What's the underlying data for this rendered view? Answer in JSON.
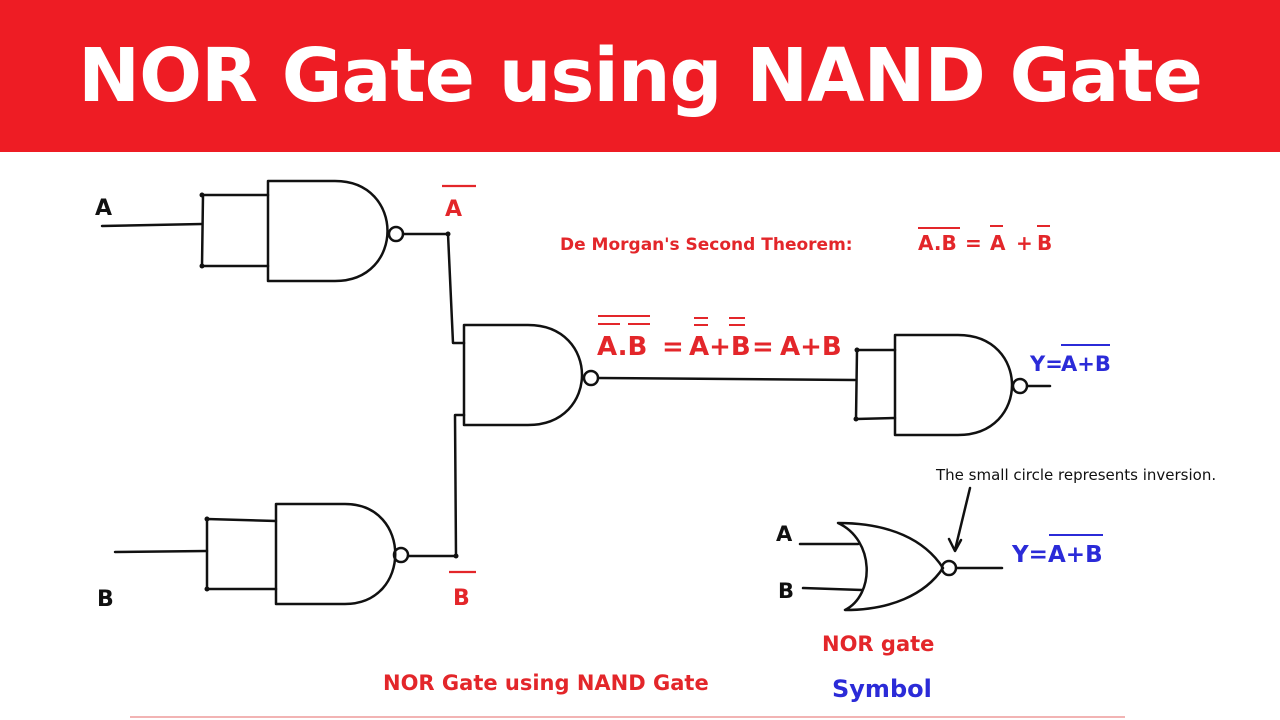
{
  "banner": {
    "title": "NOR Gate using NAND Gate"
  },
  "colors": {
    "banner": "#ee1c24",
    "red_text": "#e3262a",
    "blue_text": "#2b2bd8",
    "ink": "#111111"
  },
  "inputs": {
    "a": "A",
    "b": "B"
  },
  "labels": {
    "a_bar": "A",
    "b_bar": "B",
    "theorem_prefix": "De Morgan's Second Theorem:",
    "theorem_lhs": "A.B",
    "theorem_eq": "=",
    "theorem_a": "A",
    "theorem_plus": "+",
    "theorem_b": "B",
    "mid_lhs": "A.B",
    "mid_eq1": "=",
    "mid_sum": "A+B",
    "mid_eq2": "=",
    "mid_result": "A+B",
    "output_y": "Y=",
    "output_expr": "A+B"
  },
  "symbol": {
    "input_a": "A",
    "input_b": "B",
    "note": "The small circle represents inversion.",
    "output_y": "Y=",
    "output_expr": "A+B",
    "name": "NOR gate",
    "caption": "Symbol"
  },
  "caption": "NOR Gate using NAND Gate"
}
